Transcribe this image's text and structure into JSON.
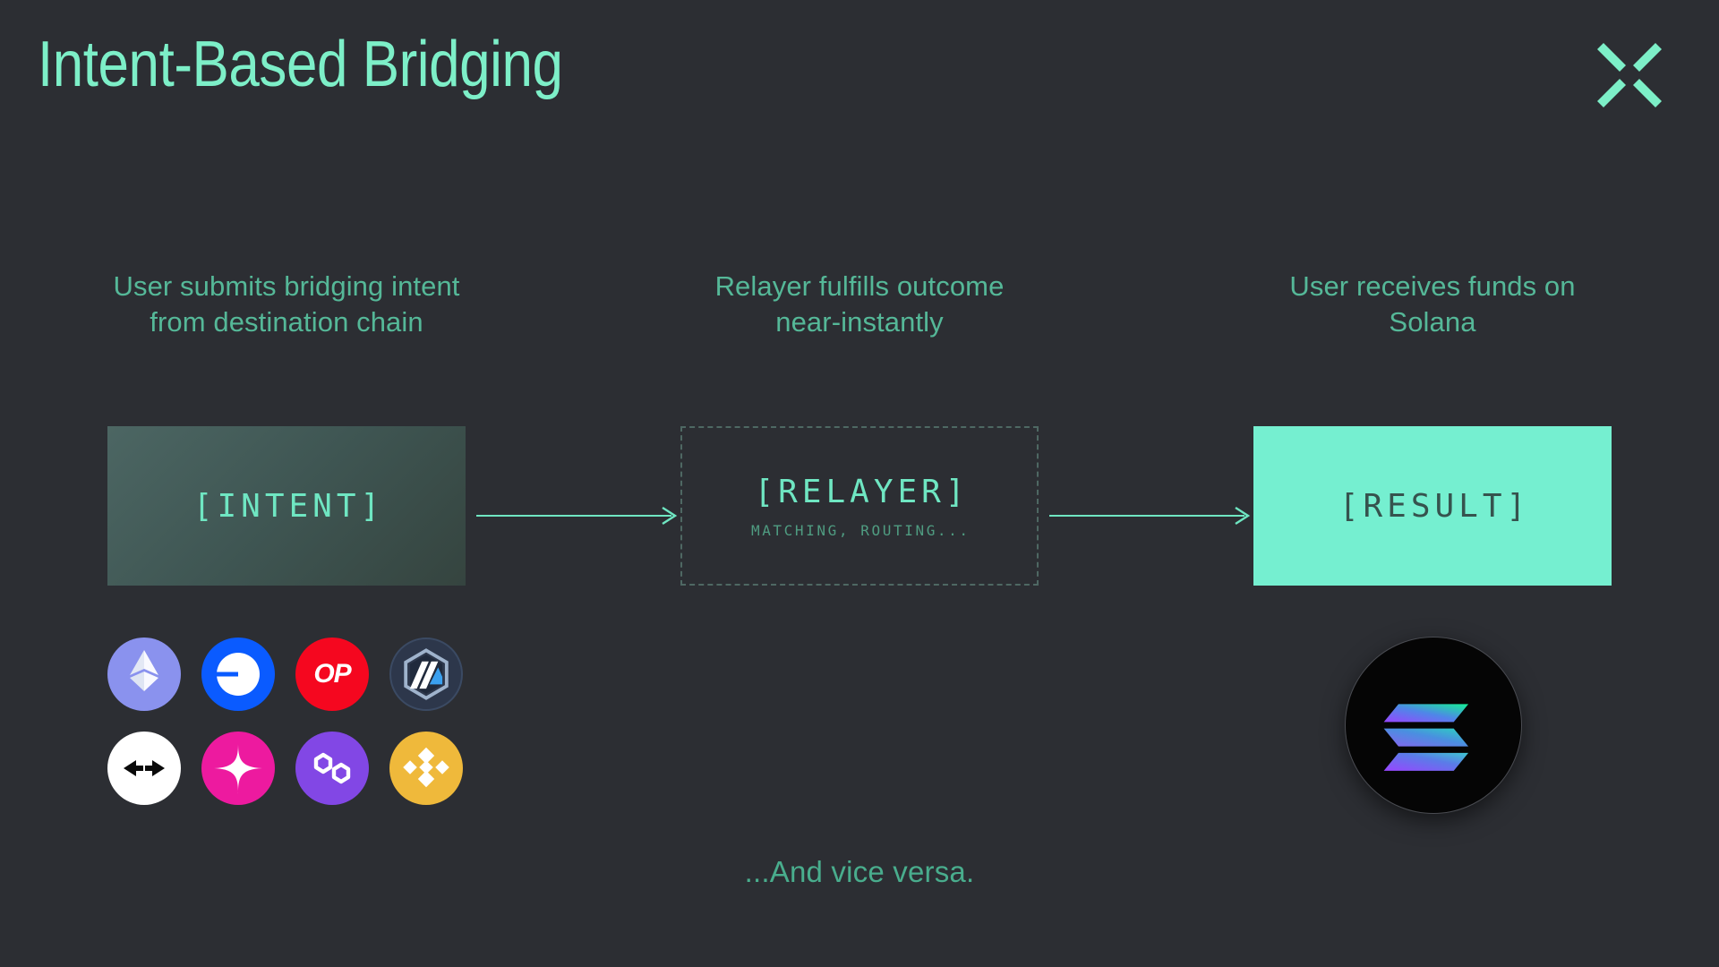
{
  "header": {
    "title": "Intent-Based Bridging",
    "logo_icon": "x-mark-logo-icon"
  },
  "theme": {
    "background": "#2c2e33",
    "accent_mint": "#7defc8",
    "accent_green": "#55b898",
    "muted_teal": "#4e6863",
    "result_fill": "#75efd0",
    "result_text": "#36534e"
  },
  "flow": {
    "steps": [
      {
        "caption": "User submits bridging intent\nfrom destination chain",
        "box_label": "[INTENT]",
        "box_sublabel": "",
        "box_style": "gradient-fill"
      },
      {
        "caption": "Relayer fulfills outcome\nnear-instantly",
        "box_label": "[RELAYER]",
        "box_sublabel": "MATCHING, ROUTING...",
        "box_style": "dashed-outline"
      },
      {
        "caption": "User receives funds on\nSolana",
        "box_label": "[RESULT]",
        "box_sublabel": "",
        "box_style": "solid-mint"
      }
    ],
    "connectors": [
      {
        "icon": "arrow-right-icon"
      },
      {
        "icon": "arrow-right-icon"
      }
    ]
  },
  "source_chains": [
    {
      "name": "Ethereum",
      "icon": "ethereum-logo-icon",
      "color": "#8a92ee"
    },
    {
      "name": "Base",
      "icon": "base-logo-icon",
      "color": "#0a5bff"
    },
    {
      "name": "Optimism",
      "icon": "optimism-logo-icon",
      "color": "#f5071f",
      "label": "OP"
    },
    {
      "name": "Arbitrum",
      "icon": "arbitrum-logo-icon",
      "color": "#2d374b"
    },
    {
      "name": "Across",
      "icon": "across-logo-icon",
      "color": "#ffffff"
    },
    {
      "name": "Linea",
      "icon": "linea-logo-icon",
      "color": "#ed1a9f"
    },
    {
      "name": "Polygon",
      "icon": "polygon-logo-icon",
      "color": "#8247e5"
    },
    {
      "name": "BNB Chain",
      "icon": "bnb-logo-icon",
      "color": "#efb93b"
    }
  ],
  "destination_chain": {
    "name": "Solana",
    "icon": "solana-logo-icon",
    "gradient_from": "#9945ff",
    "gradient_to": "#14f195"
  },
  "footer": {
    "note": "...And vice versa."
  }
}
